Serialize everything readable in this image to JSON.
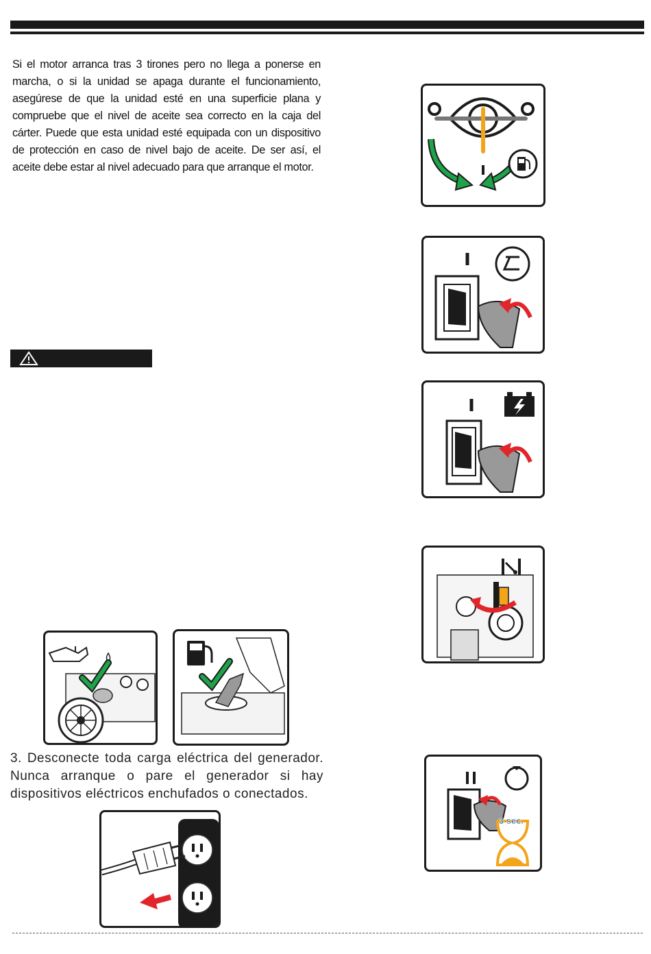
{
  "intro_paragraph": "Si el motor arranca tras 3 tirones pero no llega a ponerse en marcha, o si la unidad se apaga durante el funcionamiento, asegúrese de que la unidad esté en una superficie plana y compruebe que el nivel de aceite sea correcto en la caja del cárter. Puede que esta unidad esté equipada con un dispositivo de protección en caso de nivel bajo de aceite. De ser así, el aceite debe estar al nivel adecuado para que arranque el motor.",
  "step3_text": "3. Desconecte toda carga eléctrica del generador. Nunca arranque o pare el generador si hay dispositivos eléctricos enchufados o conectados.",
  "timer_label": "3 sec.",
  "switch_on_symbol": "I",
  "switch_off_symbol": "O",
  "colors": {
    "accent_green": "#1fa34a",
    "accent_orange": "#f2a41c",
    "accent_red": "#e0262b",
    "timer_blue": "#1e5aa8"
  }
}
